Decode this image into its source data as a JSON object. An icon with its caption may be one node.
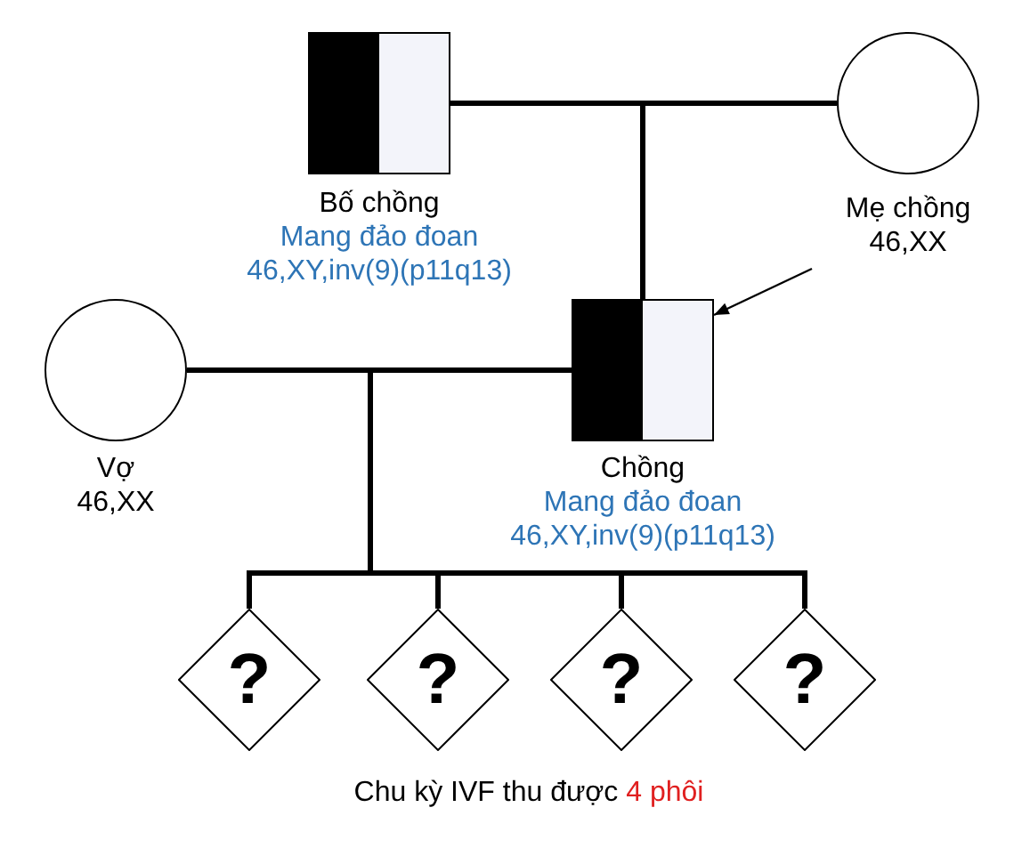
{
  "diagram": {
    "caption": "Chu kỳ IVF thu được 4 phôi",
    "nodes": [
      {
        "text": [],
        "shape": "box",
        "beside": [
          "Bố chồng",
          "Mang đảo đoan",
          "46,XY,inv(9)(p11q13)"
        ]
      },
      {
        "text": [],
        "shape": "circle",
        "beside": [
          "Mẹ chồng",
          "46,XX"
        ]
      },
      {
        "text": [],
        "shape": "circle",
        "beside": [
          "Vợ",
          "46,XX"
        ]
      },
      {
        "text": [],
        "shape": "box",
        "beside": [
          "Chồng",
          "Mang đảo đoan",
          "46,XY,inv(9)(p11q13)"
        ]
      },
      {
        "text": [
          "?"
        ]
      },
      {
        "text": [
          "?"
        ]
      },
      {
        "text": [
          "?"
        ]
      },
      {
        "text": [
          "?"
        ]
      }
    ],
    "edges": [
      {
        "from": 0,
        "to": 1,
        "arrow": "none"
      },
      {
        "from": 0,
        "to": 3,
        "arrow": "none"
      },
      {
        "from": 1,
        "to": 3,
        "arrow": "none"
      },
      {
        "from": null,
        "to": 3,
        "arrow": "to"
      },
      {
        "from": 2,
        "to": 3,
        "arrow": "none"
      },
      {
        "from": 2,
        "to": 4,
        "arrow": "none"
      },
      {
        "from": 2,
        "to": 5,
        "arrow": "none"
      },
      {
        "from": 2,
        "to": 6,
        "arrow": "none"
      },
      {
        "from": 2,
        "to": 7,
        "arrow": "none"
      },
      {
        "from": 3,
        "to": 4,
        "arrow": "none"
      },
      {
        "from": 3,
        "to": 5,
        "arrow": "none"
      },
      {
        "from": 3,
        "to": 6,
        "arrow": "none"
      },
      {
        "from": 3,
        "to": 7,
        "arrow": "none"
      }
    ]
  }
}
